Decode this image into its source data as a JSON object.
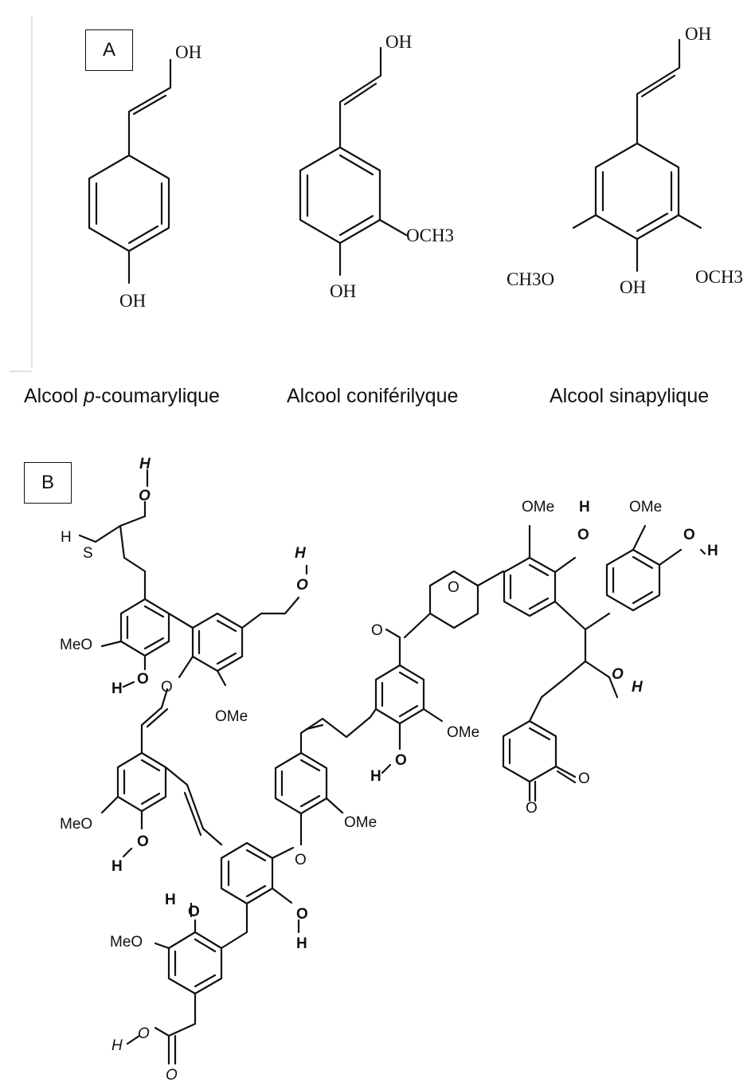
{
  "panel_a": {
    "label": "A",
    "molecules": [
      {
        "caption_pre": "Alcool ",
        "caption_italic": "p",
        "caption_post": "-coumarylique",
        "labels": [
          "OH",
          "OH"
        ]
      },
      {
        "caption_pre": "Alcool coniférilyque",
        "caption_italic": "",
        "caption_post": "",
        "labels": [
          "OH",
          "OCH3",
          "OH"
        ]
      },
      {
        "caption_pre": "Alcool sinapylique",
        "caption_italic": "",
        "caption_post": "",
        "labels": [
          "OH",
          "CH3O",
          "OCH3",
          "OH"
        ]
      }
    ]
  },
  "panel_b": {
    "label": "B",
    "labels": {
      "h": "H",
      "o": "O",
      "s": "S",
      "ome": "OMe",
      "meo": "MeO"
    }
  }
}
